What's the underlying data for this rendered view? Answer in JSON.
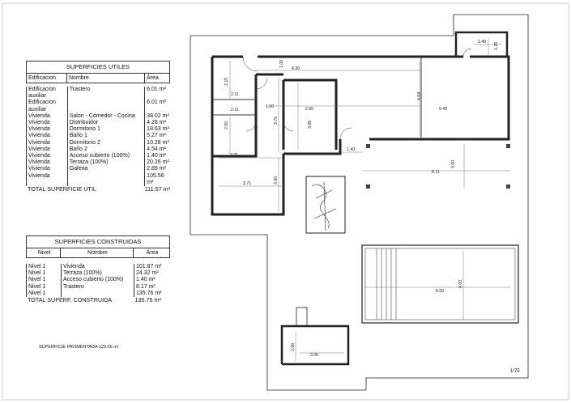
{
  "superficies_utiles": {
    "title": "SUPERFICIES UTILES",
    "columns": [
      "Edificacion",
      "Nombre",
      "Área"
    ],
    "rows": [
      {
        "edificacion": "Edificacion auxiliar",
        "nombre": "Trastero",
        "area": "6.01 m²"
      },
      {
        "edificacion": "Edificacion auxiliar",
        "nombre": "",
        "area": "6.01 m²"
      },
      {
        "edificacion": "Vivienda",
        "nombre": "Salon - Comedor - Cocina",
        "area": "38.02 m²"
      },
      {
        "edificacion": "Vivienda",
        "nombre": "Distribuidor",
        "area": "4.28 m²"
      },
      {
        "edificacion": "Vivienda",
        "nombre": "Dormitorio 1",
        "area": "18.63 m²"
      },
      {
        "edificacion": "Vivienda",
        "nombre": "Baño 1",
        "area": "5.27 m²"
      },
      {
        "edificacion": "Vivienda",
        "nombre": "Dormitorio 2",
        "area": "10.28 m²"
      },
      {
        "edificacion": "Vivienda",
        "nombre": "Baño 2",
        "area": "4.54 m²"
      },
      {
        "edificacion": "Vivienda",
        "nombre": "Acceso cubierto (100%)",
        "area": "1.40 m²"
      },
      {
        "edificacion": "Vivienda",
        "nombre": "Terraza (100%)",
        "area": "20.26 m²"
      },
      {
        "edificacion": "Vivienda",
        "nombre": "Galeria",
        "area": "2.89 m²"
      },
      {
        "edificacion": "Vivienda",
        "nombre": "",
        "area": "105.56 m²"
      }
    ],
    "total_label": "TOTAL SUPERFICIE UTIL",
    "total_value": "111.57 m²"
  },
  "superficies_construidas": {
    "title": "SUPERFICIES CONSTRUIDAS",
    "columns": [
      "Nivel",
      "Nombre",
      "Área"
    ],
    "rows": [
      {
        "nivel": "Nivel 1",
        "nombre": "Vivienda",
        "area": "101.87 m²"
      },
      {
        "nivel": "Nivel 1",
        "nombre": "Terraza (100%)",
        "area": "24.32 m²"
      },
      {
        "nivel": "Nivel 1",
        "nombre": "Acceso cubierto (100%)",
        "area": "1.40 m²"
      },
      {
        "nivel": "Nivel 1",
        "nombre": "Trastero",
        "area": "8.17 m²"
      },
      {
        "nivel": "Nivel 1",
        "nombre": "",
        "area": "135.76 m²"
      }
    ],
    "total_label": "TOTAL SUPERF. CONSTRUIDA",
    "total_value": "135.76 m²"
  },
  "superficie_pavimentada": "SUPERFICIE PAVIMENTADA 129.66 m²",
  "scale": "1/75",
  "dimensions": {
    "d_2_40": "2.40",
    "d_1_20": "1.20",
    "d_1_00": "1.00",
    "d_4_30": "4.30",
    "d_2_15": "2.15",
    "d_2_11": "2.11",
    "d_1_50": "1.50",
    "d_2_60": "2.60",
    "d_4_04": "4.04",
    "d_9_40": "9.40",
    "d_2_50": "2.50",
    "d_3_76": "3.76",
    "d_3_95": "3.95",
    "d_2_21": "2.21",
    "d_1_40": "1.40",
    "d_3_00": "3.00",
    "d_8_11": "8.11",
    "d_3_71": "3.71",
    "d_3_50": "3.50",
    "d_4_00": "4.00",
    "d_8_00": "8.00",
    "d_2_00": "2.00",
    "d_3_00b": "3.00"
  }
}
